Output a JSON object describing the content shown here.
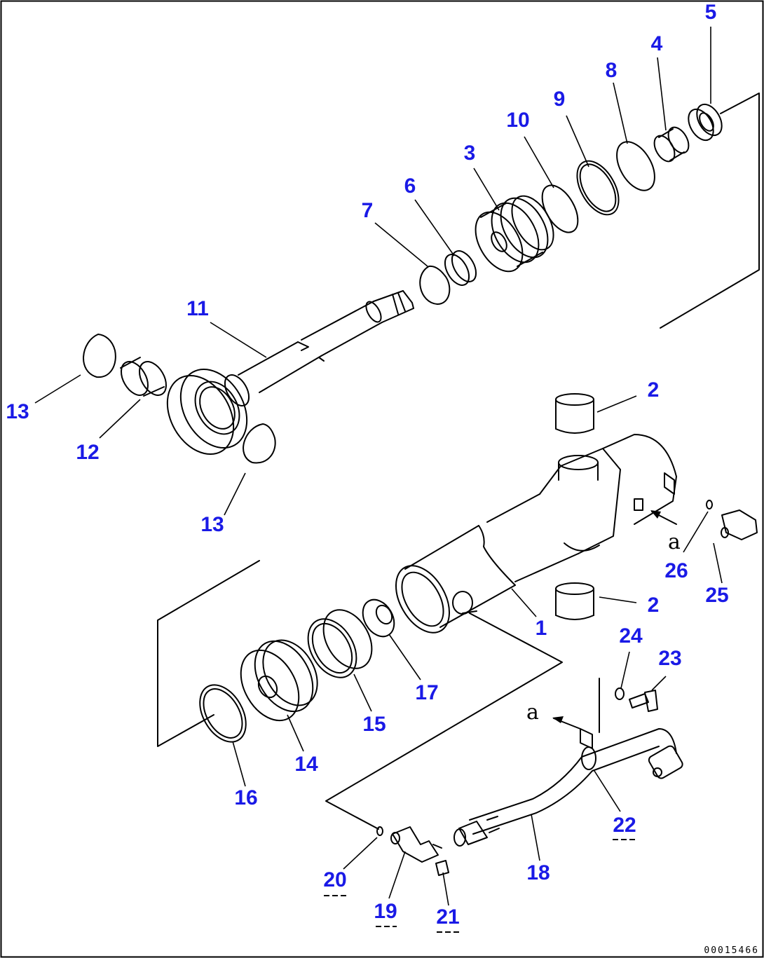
{
  "labels": {
    "p1": "1",
    "p2a": "2",
    "p2b": "2",
    "p3": "3",
    "p4": "4",
    "p5": "5",
    "p6": "6",
    "p7": "7",
    "p8": "8",
    "p9": "9",
    "p10": "10",
    "p11": "11",
    "p12": "12",
    "p13a": "13",
    "p13b": "13",
    "p14": "14",
    "p15": "15",
    "p16": "16",
    "p17": "17",
    "p18": "18",
    "p19": "19",
    "p20": "20",
    "p21": "21",
    "p22": "22",
    "p23": "23",
    "p24": "24",
    "p25": "25",
    "p26": "26"
  },
  "view_marker": {
    "a1": "a",
    "a2": "a"
  },
  "reference_id": "00015466",
  "colors": {
    "label": "#1a1ae6",
    "line": "#000000",
    "background": "#ffffff"
  }
}
